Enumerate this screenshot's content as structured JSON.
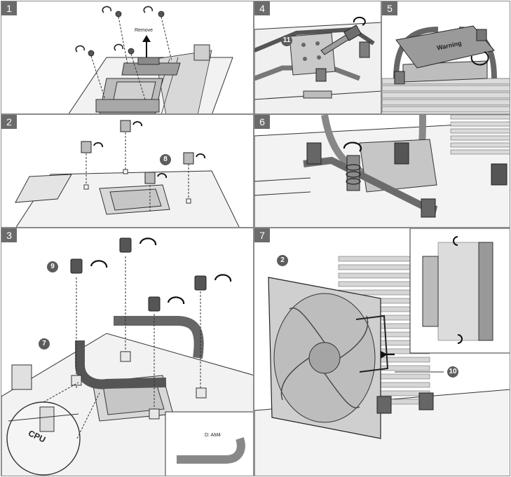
{
  "steps": [
    {
      "label": "1"
    },
    {
      "label": "2"
    },
    {
      "label": "3"
    },
    {
      "label": "4"
    },
    {
      "label": "5"
    },
    {
      "label": "6"
    },
    {
      "label": "7"
    }
  ],
  "panel1": {
    "remove_label": "Remove"
  },
  "panel2": {
    "callout": "8"
  },
  "panel3": {
    "callout_spacer": "9",
    "callout_bracket": "7",
    "inset_label": "D: AM4",
    "cpu_label": "CPU"
  },
  "panel4": {
    "callout": "11"
  },
  "panel5": {
    "sticker_label": "Warning"
  },
  "panel7": {
    "callout_fan": "2",
    "callout_clip": "10"
  },
  "colors": {
    "line": "#3a3a3a",
    "fill_light": "#e6e6e6",
    "fill_mid": "#bdbdbd",
    "fill_dark": "#7a7a7a",
    "tag_bg": "#6b6b6b"
  }
}
